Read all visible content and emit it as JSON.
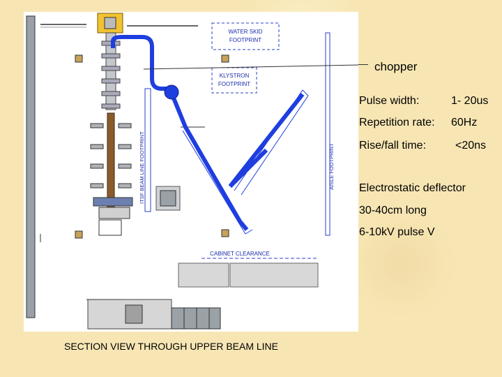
{
  "diagram": {
    "labels": {
      "water_skid": [
        "WATER SKID",
        "FOOTPRINT"
      ],
      "klystron": [
        "KLYSTRON",
        "FOOTPRINT"
      ],
      "itsf": "ITSF BEAM LINE FOOTPRINT",
      "aisle": "AISLE FOOTPRINT",
      "cabinet": "CABINET CLEARANCE"
    },
    "colors": {
      "beam_pipe": "#1f3ee0",
      "background": "#f7e6b4"
    }
  },
  "callout": {
    "label": "chopper"
  },
  "specs": {
    "pulse_width": {
      "label": "Pulse width:",
      "value": "1- 20us"
    },
    "repetition_rate": {
      "label": "Repetition rate:",
      "value": "60Hz"
    },
    "rise_fall": {
      "label": "Rise/fall time:",
      "value": "<20ns"
    },
    "deflector": "Electrostatic deflector",
    "length": "30-40cm long",
    "pulse_voltage": "6-10kV pulse V"
  },
  "caption": "SECTION VIEW THROUGH UPPER BEAM LINE"
}
